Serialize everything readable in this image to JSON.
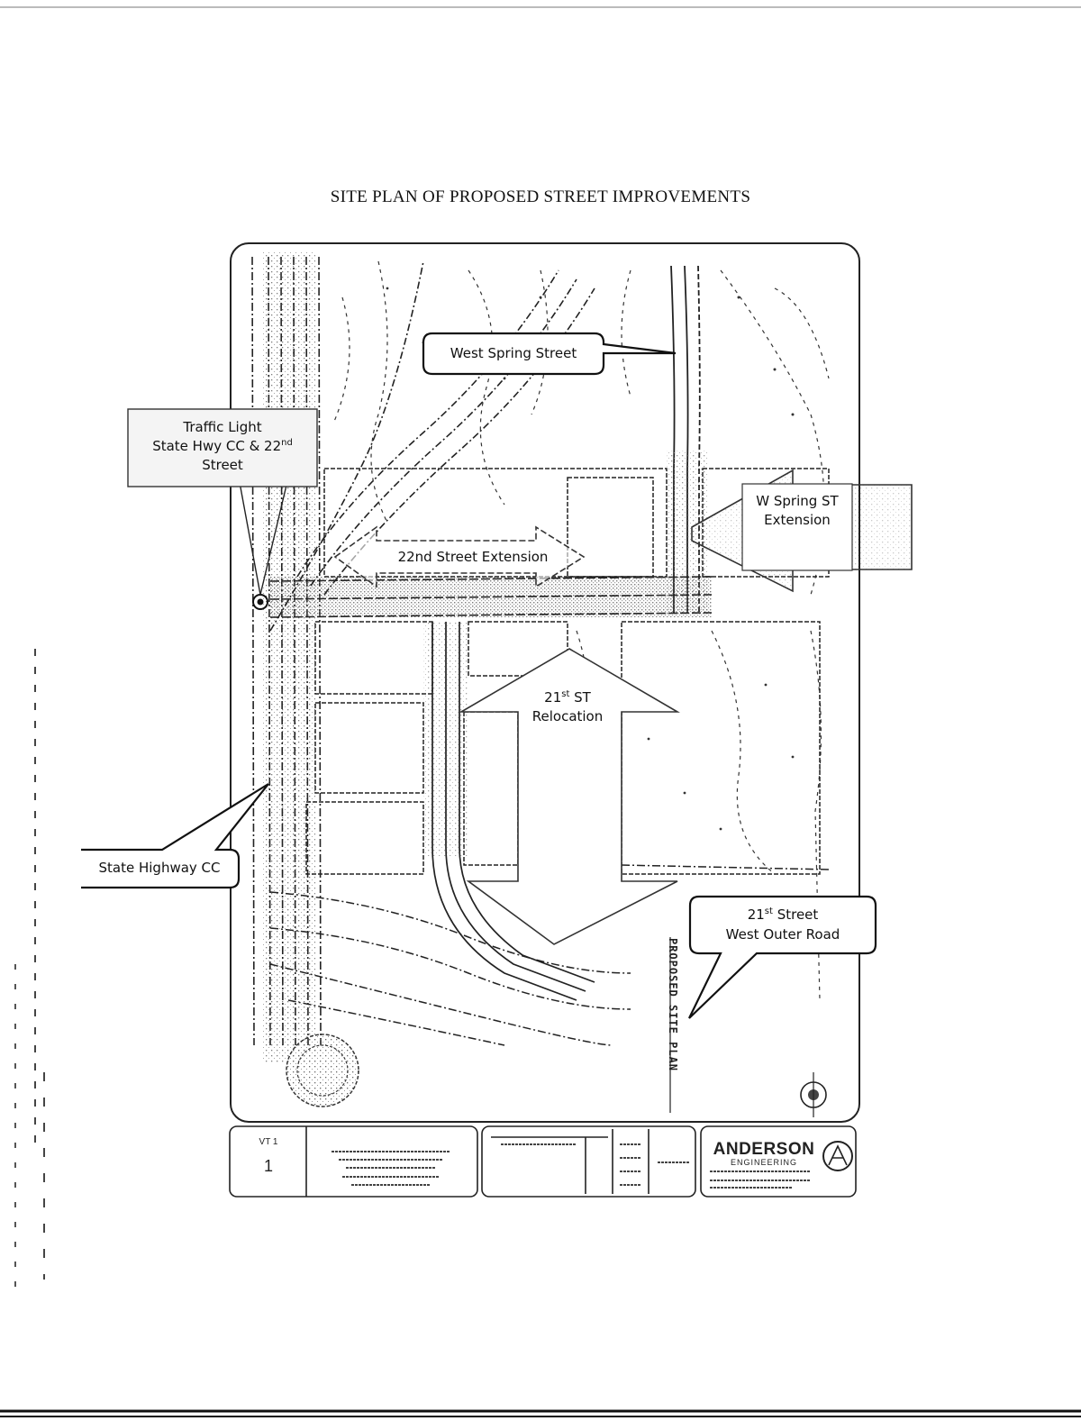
{
  "document": {
    "title": "SITE PLAN OF PROPOSED STREET IMPROVEMENTS"
  },
  "callouts": {
    "west_spring_street": "West Spring Street",
    "traffic_light": {
      "line1": "Traffic Light",
      "line2_pre": "State Hwy CC & 22",
      "line2_sup": "nd",
      "line3": "Street"
    },
    "state_highway_cc": "State Highway CC",
    "outer_road": {
      "line1_pre": "21",
      "line1_sup": "st",
      "line1_post": " Street",
      "line2": "West Outer Road"
    }
  },
  "arrows": {
    "street_22nd_extension": "22nd Street Extension",
    "w_spring_extension": {
      "line1": "W Spring ST",
      "line2": "Extension"
    },
    "street_21st_relocation": {
      "line1_pre": "21",
      "line1_sup": "st",
      "line1_post": " ST",
      "line2": "Relocation"
    }
  },
  "plan": {
    "vertical_label": "PROPOSED SITE PLAN"
  },
  "title_block": {
    "sheet_label": "VT 1",
    "sheet_number": "1",
    "firm_name": "ANDERSON",
    "firm_sub": "ENGINEERING"
  }
}
